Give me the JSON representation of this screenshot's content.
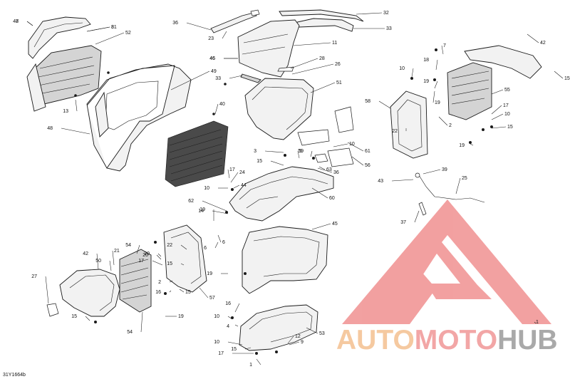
{
  "callouts": [
    "47",
    "31",
    "52",
    "36",
    "23",
    "32",
    "33",
    "11",
    "46",
    "28",
    "26",
    "33",
    "49",
    "51",
    "10",
    "18",
    "19",
    "58",
    "55",
    "42",
    "7",
    "15",
    "13",
    "48",
    "40",
    "46",
    "1",
    "3",
    "5",
    "15",
    "59",
    "61",
    "10",
    "56",
    "17",
    "24",
    "44",
    "10",
    "60",
    "36",
    "63",
    "62",
    "14",
    "19",
    "6",
    "45",
    "43",
    "39",
    "25",
    "37",
    "2",
    "22",
    "19",
    "17",
    "10",
    "15",
    "19",
    "54",
    "22",
    "20",
    "42",
    "50",
    "21",
    "27",
    "15",
    "54",
    "53",
    "17",
    "16",
    "2",
    "19",
    "57",
    "20",
    "15",
    "15",
    "16",
    "4",
    "19",
    "10",
    "12",
    "9",
    "17",
    "1",
    "10",
    "15",
    "6",
    "8",
    "8"
  ],
  "drawing_code": "31Y1664b",
  "watermark": {
    "word_parts": [
      "AUTO",
      "MOTO",
      "HUB"
    ],
    "colors": {
      "auto": "#f5c9a0",
      "moto": "#f2a6a6",
      "hub": "#a9a9a9",
      "logo": "#f09090"
    }
  }
}
